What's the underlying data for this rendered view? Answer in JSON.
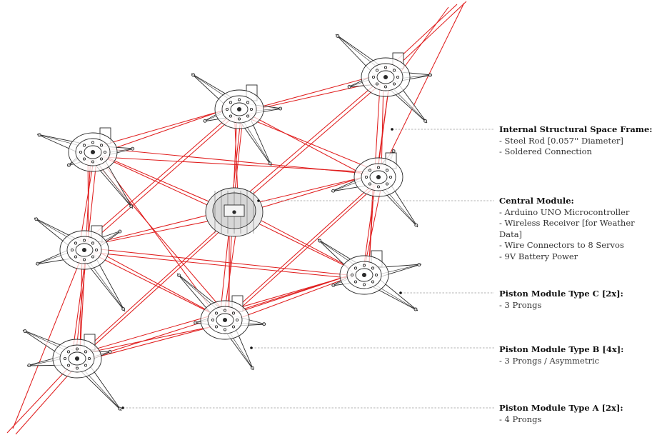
{
  "callouts": {
    "space_frame": {
      "title": "Internal Structural Space Frame:",
      "items": [
        "Steel Rod [0.057'' Diameter]",
        "Soldered Connection"
      ]
    },
    "central": {
      "title": "Central Module:",
      "items": [
        "Arduino UNO Microcontroller",
        "Wireless Receiver [for Weather Data]",
        "Wire Connectors to 8 Servos",
        "9V Battery Power"
      ]
    },
    "type_c": {
      "title": "Piston Module Type C [2x]:",
      "items": [
        "3 Prongs"
      ]
    },
    "type_b": {
      "title": "Piston Module Type B [4x]:",
      "items": [
        "3 Prongs / Asymmetric"
      ]
    },
    "type_a": {
      "title": "Piston Module Type A [2x]:",
      "items": [
        "4 Prongs"
      ]
    }
  },
  "colors": {
    "rod": "#e01e1e",
    "line": "#2a2a2a",
    "leader": "#9a9a9a"
  }
}
